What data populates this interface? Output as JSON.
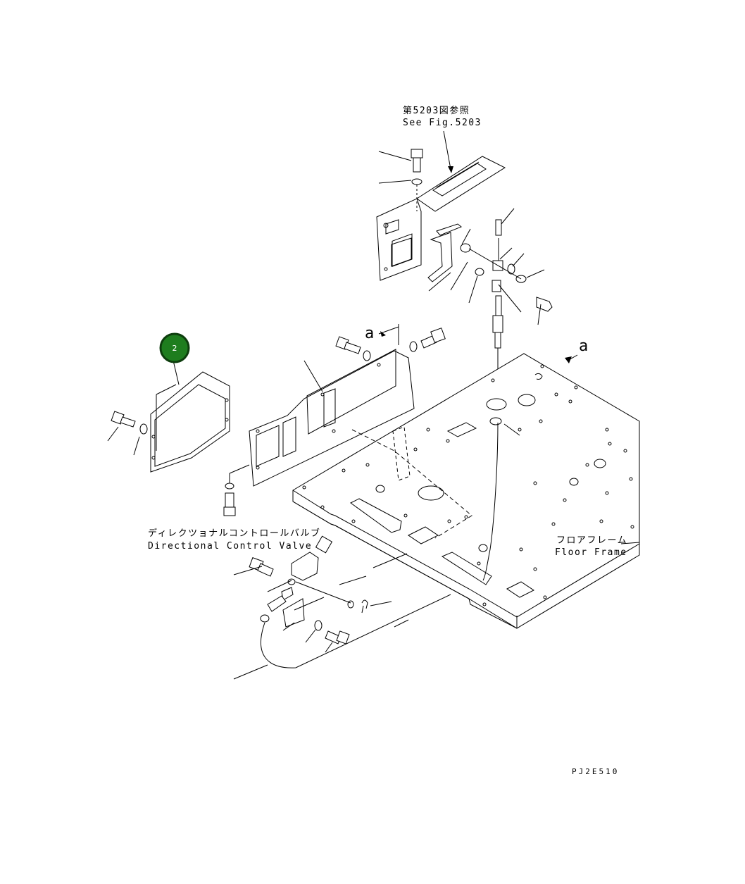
{
  "see_fig": {
    "jp": "第5203図参照",
    "en": "See Fig.5203"
  },
  "directional_control_valve": {
    "jp": "ディレクツョナルコントロールバルブ",
    "en": "Directional Control Valve"
  },
  "floor_frame": {
    "jp": "フロアフレーム",
    "en": "Floor Frame"
  },
  "callout_a_left": "a",
  "callout_a_right": "a",
  "part_badge": {
    "number": "2",
    "color": "#1e7d1e"
  },
  "drawing_code": "PJ2E510"
}
